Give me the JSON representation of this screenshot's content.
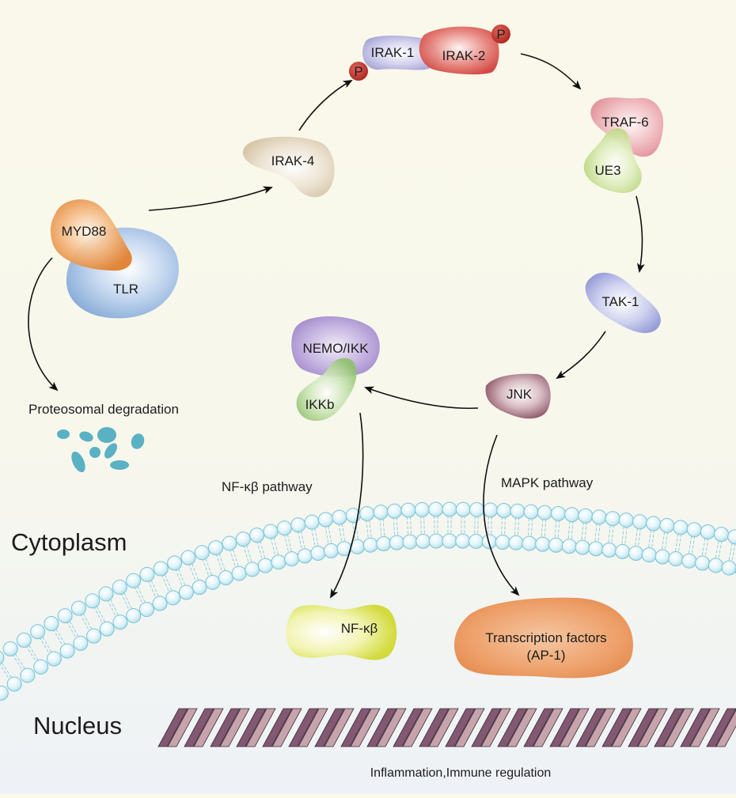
{
  "title": "TLR signaling pathway",
  "regions": {
    "cytoplasm": "Cytoplasm",
    "nucleus": "Nucleus"
  },
  "nodes": {
    "myd88": "MYD88",
    "tlr": "TLR",
    "irak4": "IRAK-4",
    "irak1": "IRAK-1",
    "irak2": "IRAK-2",
    "phospho": "P",
    "traf6": "TRAF-6",
    "ue3": "UE3",
    "tak1": "TAK-1",
    "jnk": "JNK",
    "nemo_ikk": "NEMO/IKK",
    "ikkb": "IKKb",
    "nfkb": "NF-κβ",
    "tf_line1": "Transcription factors",
    "tf_line2": "(AP-1)"
  },
  "annotations": {
    "degradation": "Proteosomal degradation",
    "nfkb_pathway": "NF-κβ pathway",
    "mapk_pathway": "MAPK pathway",
    "outcome": "Inflammation,Immune regulation"
  },
  "edges": [
    {
      "from": "MYD88/TLR",
      "to": "IRAK-4"
    },
    {
      "from": "IRAK-4",
      "to": "IRAK-1/IRAK-2"
    },
    {
      "from": "IRAK-1/IRAK-2",
      "to": "TRAF-6/UE3"
    },
    {
      "from": "TRAF-6/UE3",
      "to": "TAK-1"
    },
    {
      "from": "TAK-1",
      "to": "JNK"
    },
    {
      "from": "JNK",
      "to": "NEMO/IKK"
    },
    {
      "from": "NEMO/IKK",
      "to": "NF-κβ"
    },
    {
      "from": "JNK",
      "to": "Transcription factors (AP-1)"
    },
    {
      "from": "MYD88",
      "to": "Proteosomal degradation"
    }
  ],
  "colors": {
    "background": "#f9f8ea",
    "myd88": "#e5883a",
    "tlr": "#8fb2dc",
    "irak4": "#d9c9ad",
    "irak1": "#a9a6d6",
    "irak2": "#d6443e",
    "phospho": "#b8302a",
    "traf6": "#e79aa2",
    "ue3": "#b9d67c",
    "tak1": "#9aa0d8",
    "jnk": "#8e5867",
    "nemo_ikk": "#a48dcc",
    "ikkb": "#92c270",
    "nfkb": "#d8e04a",
    "transcription_factors": "#ea9a5d",
    "membrane": "#a8dcea",
    "fragments": "#5ab1c4",
    "dna_dark": "#835873",
    "dna_light": "#c7a4ac"
  }
}
